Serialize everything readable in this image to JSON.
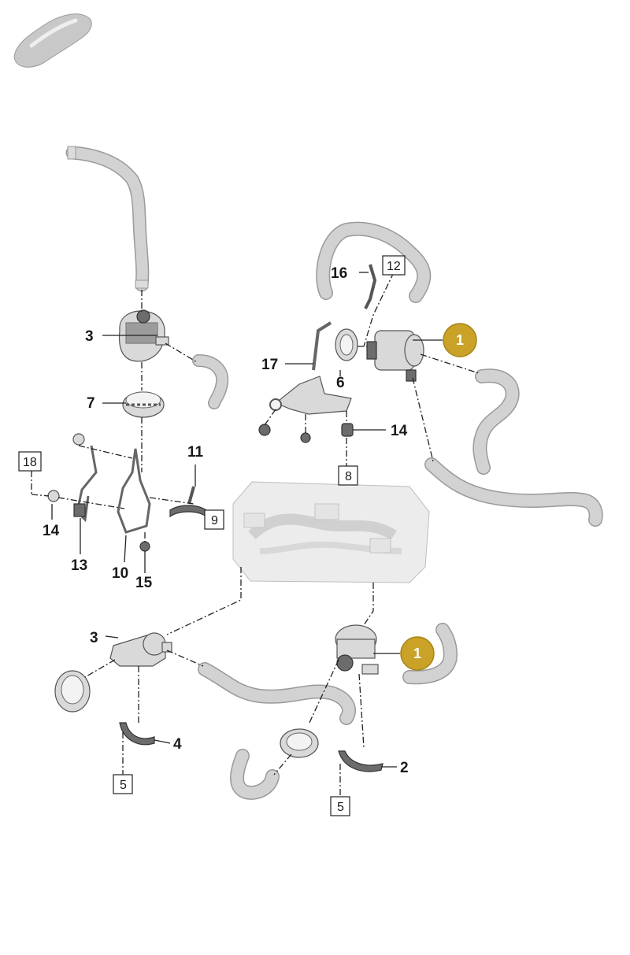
{
  "colors": {
    "callout_fill": "#c9a227",
    "callout_text": "#ffffff",
    "label_text": "#1a1a1a",
    "hose": "#d2d2d2",
    "background": "#ffffff"
  },
  "icons": {
    "car_thumbnail": "car-silhouette-icon"
  },
  "labels": {
    "l1a": "1",
    "l1b": "1",
    "l2": "2",
    "l3a": "3",
    "l3b": "3",
    "l4": "4",
    "l5a": "5",
    "l5b": "5",
    "l6": "6",
    "l7": "7",
    "l8": "8",
    "l9": "9",
    "l10": "10",
    "l11": "11",
    "l12": "12",
    "l13": "13",
    "l14a": "14",
    "l14b": "14",
    "l15": "15",
    "l16": "16",
    "l17": "17",
    "l18": "18"
  }
}
